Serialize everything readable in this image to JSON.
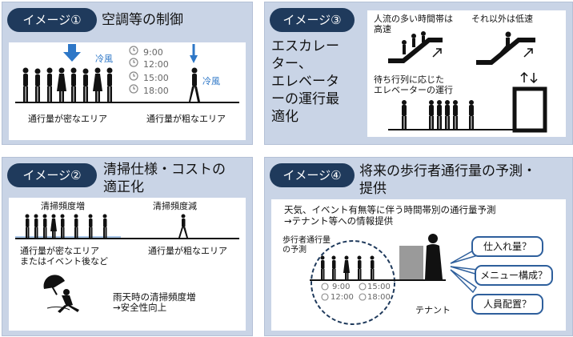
{
  "panel1": {
    "badge": "イメージ①",
    "title": "空調等の制御",
    "fan_label_left": "冷風",
    "fan_label_right": "冷風",
    "times": [
      "9:00",
      "12:00",
      "15:00",
      "18:00"
    ],
    "caption_dense": "通行量が密なエリア",
    "caption_sparse": "通行量が粗なエリア"
  },
  "panel2": {
    "badge": "イメージ③",
    "title": "エスカレーター、エレベーターの運行最適化",
    "title_lines": [
      "エスカレー",
      "ター、",
      "エレベータ",
      "ーの運行最",
      "適化"
    ],
    "busy_label": [
      "人流の多い時間帯は",
      "高速"
    ],
    "other_label": "それ以外は低速",
    "queue_label": [
      "待ち行列に応じた",
      "エレベーターの運行"
    ]
  },
  "panel3": {
    "badge": "イメージ②",
    "title": "清掃仕様・コストの適正化",
    "title_lines": [
      "清掃仕様・コストの",
      "適正化"
    ],
    "freq_up": "清掃頻度増",
    "freq_down": "清掃頻度減",
    "caption_dense": [
      "通行量が密なエリア",
      "またはイベント後など"
    ],
    "caption_sparse": "通行量が粗なエリア",
    "rain_note": [
      "雨天時の清掃頻度増",
      "→安全性向上"
    ]
  },
  "panel4": {
    "badge": "イメージ④",
    "title": "将来の歩行者通行量の予測・提供",
    "title_lines": [
      "将来の歩行者通行量の予測・",
      "提供"
    ],
    "subtitle": [
      "天気、イベント有無等に伴う時間帯別の通行量予測",
      "→テナント等への情報提供"
    ],
    "forecast_label": [
      "歩行者通行量",
      "の予測"
    ],
    "times": [
      "9:00",
      "12:00",
      "15:00",
      "18:00"
    ],
    "tenant": "テナント",
    "callouts": [
      "仕入れ量？",
      "メニュー構成？",
      "人員配置？"
    ]
  },
  "colors": {
    "panel_bg": "#c9d4e6",
    "badge_bg": "#1f3a5c",
    "accent_blue": "#2e77c7",
    "callout_border": "#2e5f9c"
  }
}
